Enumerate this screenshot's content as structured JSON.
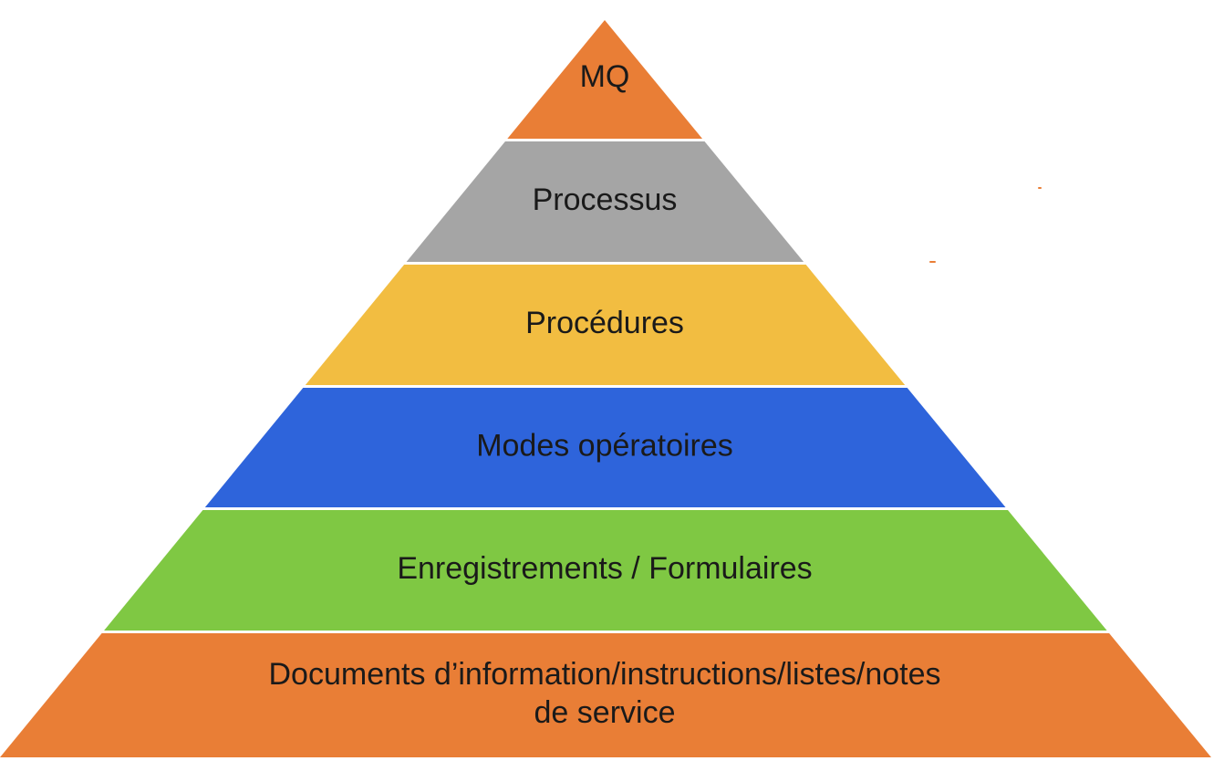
{
  "pyramid": {
    "layers": [
      {
        "lines": [
          "MQ"
        ],
        "color": "#E97E36"
      },
      {
        "lines": [
          "Processus"
        ],
        "color": "#A5A5A5"
      },
      {
        "lines": [
          "Procédures"
        ],
        "color": "#F2BD41"
      },
      {
        "lines": [
          "Modes opératoires"
        ],
        "color": "#2E64DB"
      },
      {
        "lines": [
          "Enregistrements / Formulaires"
        ],
        "color": "#7FC843"
      },
      {
        "lines": [
          "Documents d’information/instructions/listes/notes",
          "de service"
        ],
        "color": "#E97E36"
      }
    ]
  }
}
